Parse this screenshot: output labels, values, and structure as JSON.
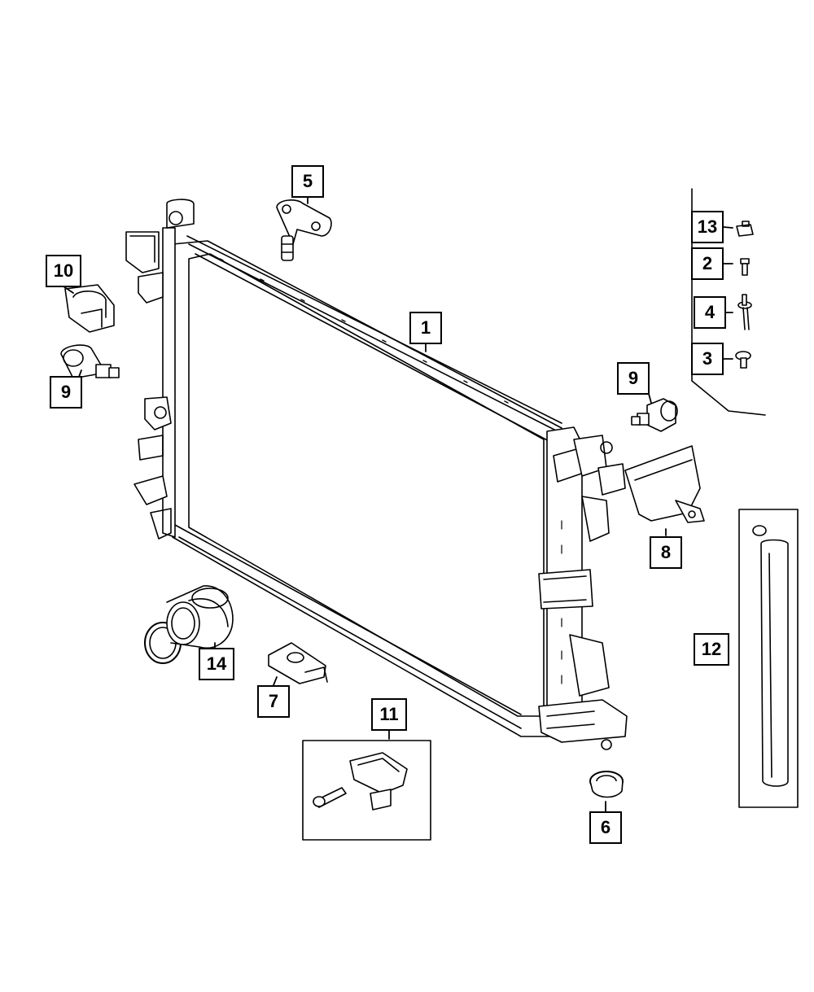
{
  "diagram": {
    "callouts": [
      {
        "id": "c1",
        "label": "1",
        "part": "radiator"
      },
      {
        "id": "c5",
        "label": "5",
        "part": "upper-isolator-bracket"
      },
      {
        "id": "c10",
        "label": "10",
        "part": "sensor-clip"
      },
      {
        "id": "c9a",
        "label": "9",
        "part": "temperature-sensor-left"
      },
      {
        "id": "c9b",
        "label": "9",
        "part": "temperature-sensor-right"
      },
      {
        "id": "c13",
        "label": "13",
        "part": "bolt"
      },
      {
        "id": "c2",
        "label": "2",
        "part": "screw"
      },
      {
        "id": "c4",
        "label": "4",
        "part": "rivet"
      },
      {
        "id": "c3",
        "label": "3",
        "part": "push-pin"
      },
      {
        "id": "c8",
        "label": "8",
        "part": "shield"
      },
      {
        "id": "c12",
        "label": "12",
        "part": "seal-strip"
      },
      {
        "id": "c14",
        "label": "14",
        "part": "hose-adapter-and-o-ring"
      },
      {
        "id": "c7",
        "label": "7",
        "part": "mount-bracket"
      },
      {
        "id": "c11",
        "label": "11",
        "part": "bracket-kit"
      },
      {
        "id": "c6",
        "label": "6",
        "part": "lower-isolator"
      }
    ]
  }
}
